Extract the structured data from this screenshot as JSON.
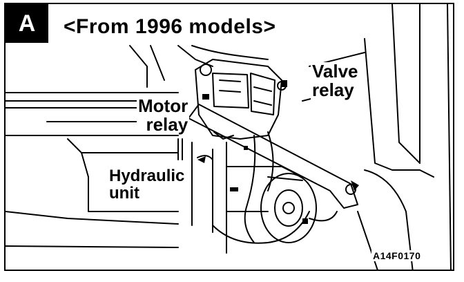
{
  "figure": {
    "panel_letter": "A",
    "title": "<From 1996 models>",
    "labels": {
      "valve_relay_line1": "Valve",
      "valve_relay_line2": "relay",
      "motor_relay_line1": "Motor",
      "motor_relay_line2": "relay",
      "hydraulic_unit_line1": "Hydraulic",
      "hydraulic_unit_line2": "unit"
    },
    "reference_code": "A14F0170"
  }
}
